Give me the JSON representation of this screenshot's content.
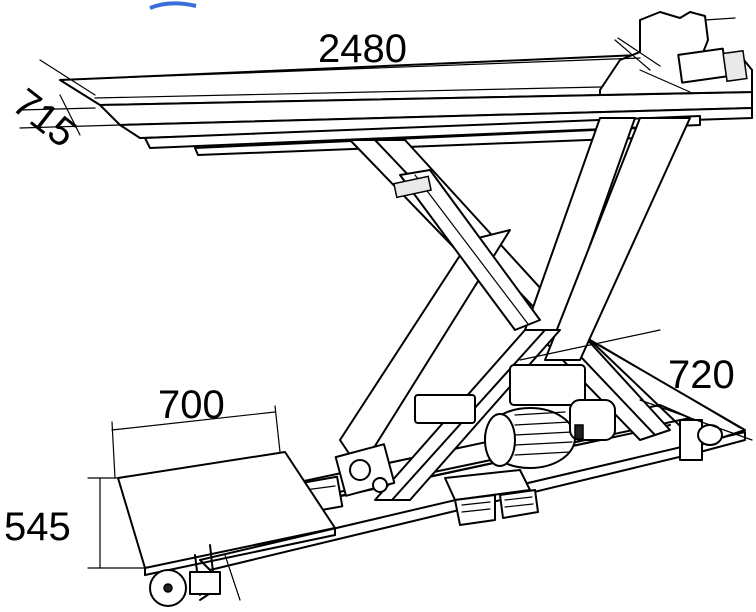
{
  "diagram": {
    "dimensions": {
      "length": "2480",
      "width": "715",
      "height": "720",
      "ramp_length": "700",
      "ramp_width": "545"
    },
    "accent_color": "#3a6fd8"
  }
}
